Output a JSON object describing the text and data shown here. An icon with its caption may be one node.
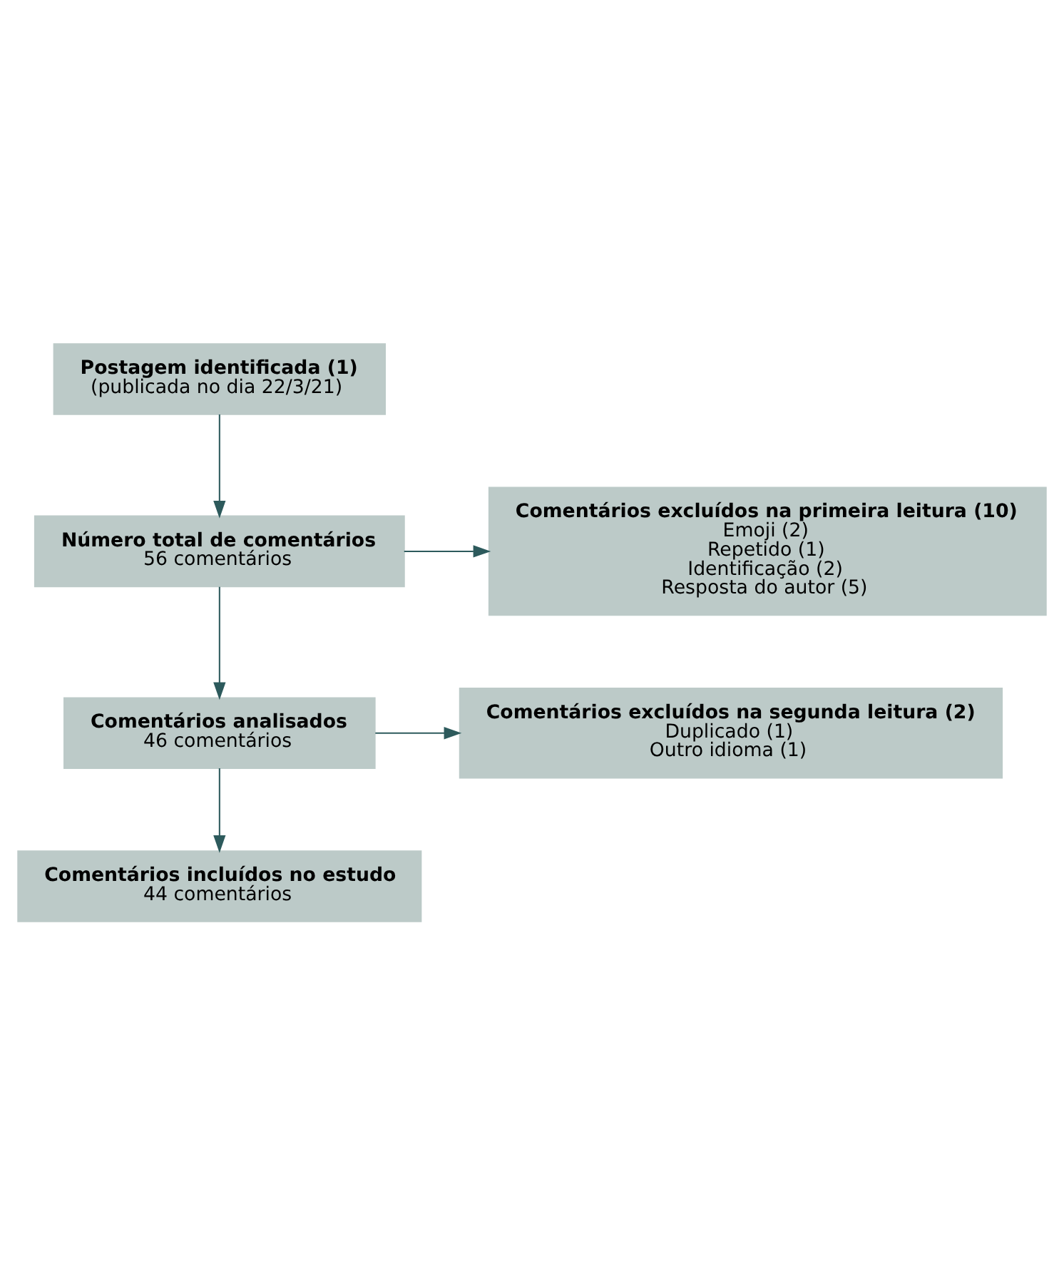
{
  "diagram": {
    "nodes": [
      {
        "text": [
          "Postagem identificada (1)",
          "(publicada no dia 22/3/21)"
        ]
      },
      {
        "text": [
          "Número total de comentários",
          "56 comentários"
        ]
      },
      {
        "text": [
          "Comentários excluídos na primeira leitura (10)",
          "Emoji (2)",
          "Repetido (1)",
          "Identificação (2)",
          "Resposta do autor (5)"
        ]
      },
      {
        "text": [
          "Comentários analisados",
          "46 comentários"
        ]
      },
      {
        "text": [
          "Comentários excluídos na segunda leitura (2)",
          "Duplicado (1)",
          "Outro idioma (1)"
        ]
      },
      {
        "text": [
          "Comentários incluídos no estudo",
          "44 comentários"
        ]
      }
    ],
    "edges": [
      {
        "from": 0,
        "to": 1,
        "arrow": "to"
      },
      {
        "from": 1,
        "to": 3,
        "arrow": "to"
      },
      {
        "from": 1,
        "to": 2,
        "arrow": "to"
      },
      {
        "from": 3,
        "to": 5,
        "arrow": "to"
      },
      {
        "from": 3,
        "to": 4,
        "arrow": "to"
      }
    ]
  }
}
